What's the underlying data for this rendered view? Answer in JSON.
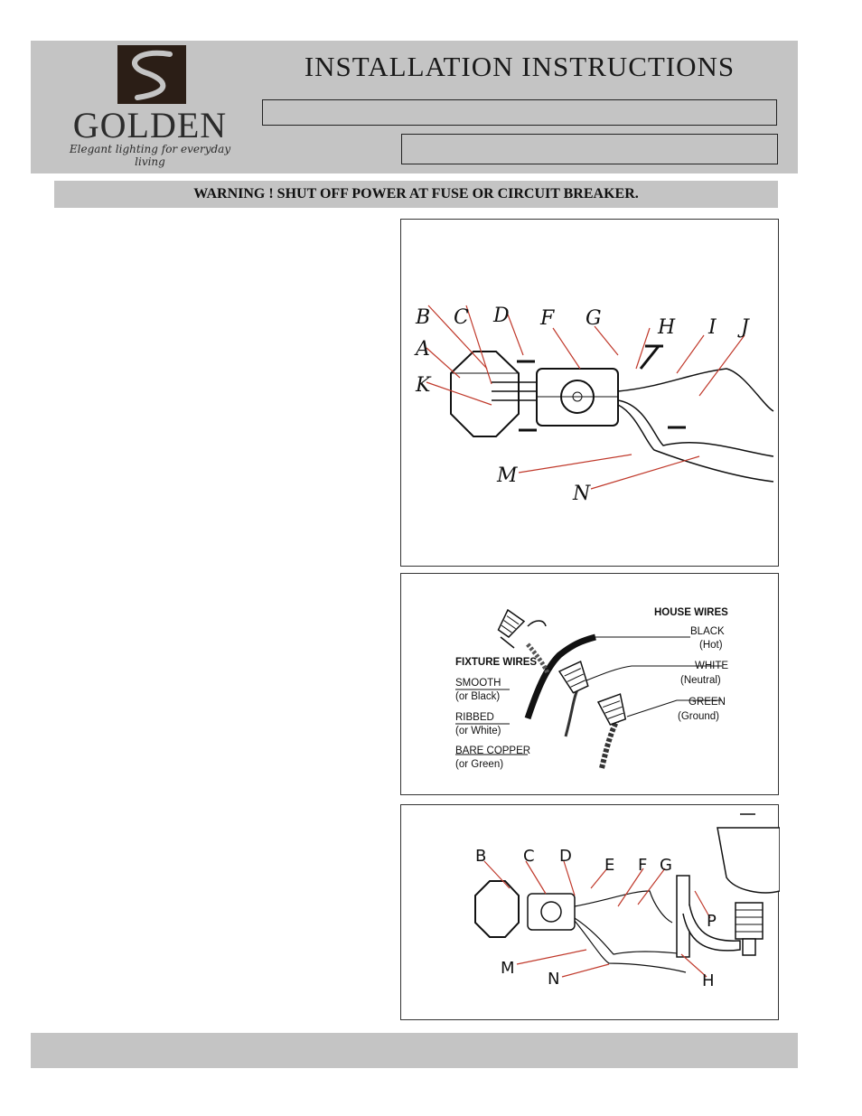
{
  "header": {
    "title": "INSTALLATION INSTRUCTIONS",
    "logo": {
      "wordmark": "GOLDEN",
      "tagline": "Elegant lighting for everyday living"
    }
  },
  "warning": "WARNING !  SHUT OFF POWER AT FUSE OR CIRCUIT BREAKER.",
  "diagram1": {
    "labels": [
      "B",
      "C",
      "D",
      "F",
      "G",
      "H",
      "I",
      "J",
      "A",
      "K",
      "M",
      "N"
    ]
  },
  "diagram2": {
    "house_wires": "HOUSE WIRES",
    "fixture_wires": "FIXTURE WIRES",
    "black": "BLACK",
    "hot": "(Hot)",
    "white": "WHITE",
    "neutral": "(Neutral)",
    "green": "GREEN",
    "ground": "(Ground)",
    "smooth": "SMOOTH",
    "or_black": "(or Black)",
    "ribbed": "RIBBED",
    "or_white": "(or White)",
    "bare_copper": "BARE COPPER",
    "or_green": "(or Green)"
  },
  "diagram3": {
    "labels": [
      "B",
      "C",
      "D",
      "E",
      "F",
      "G",
      "P",
      "M",
      "N",
      "H"
    ]
  },
  "colors": {
    "band": "#c4c4c4",
    "leader": "#c0392b",
    "logo": "#2b1e16"
  }
}
